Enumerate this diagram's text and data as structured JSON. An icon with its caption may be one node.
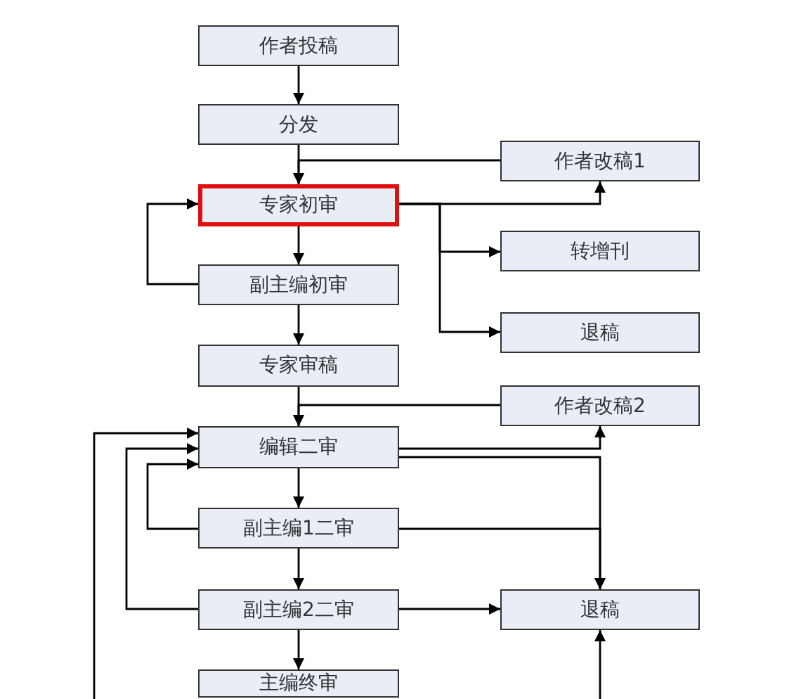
{
  "diagram": {
    "nodes": [
      {
        "text": [
          "作者投稿"
        ]
      },
      {
        "text": [
          "分发"
        ]
      },
      {
        "text": [
          "作者改稿1"
        ]
      },
      {
        "text": [
          "专家初审"
        ]
      },
      {
        "text": [
          "转增刊"
        ]
      },
      {
        "text": [
          "副主编初审"
        ]
      },
      {
        "text": [
          "退稿"
        ]
      },
      {
        "text": [
          "专家审稿"
        ]
      },
      {
        "text": [
          "作者改稿2"
        ]
      },
      {
        "text": [
          "编辑二审"
        ]
      },
      {
        "text": [
          "副主编1二审"
        ]
      },
      {
        "text": [
          "副主编2二审"
        ]
      },
      {
        "text": [
          "退稿"
        ]
      },
      {
        "text": [
          "主编终审"
        ]
      }
    ],
    "edges": [
      {
        "from": 0,
        "to": 1,
        "arrow": "to"
      },
      {
        "from": 1,
        "to": 3,
        "arrow": "to"
      },
      {
        "from": 2,
        "to": 3,
        "arrow": "to"
      },
      {
        "from": 3,
        "to": 2,
        "arrow": "to"
      },
      {
        "from": 3,
        "to": 4,
        "arrow": "to"
      },
      {
        "from": 3,
        "to": 6,
        "arrow": "to"
      },
      {
        "from": 3,
        "to": 5,
        "arrow": "to"
      },
      {
        "from": 5,
        "to": 3,
        "arrow": "to"
      },
      {
        "from": 5,
        "to": 7,
        "arrow": "to"
      },
      {
        "from": 7,
        "to": 9,
        "arrow": "to"
      },
      {
        "from": 8,
        "to": 9,
        "arrow": "to"
      },
      {
        "from": 9,
        "to": 8,
        "arrow": "to"
      },
      {
        "from": 9,
        "to": 12,
        "arrow": "to"
      },
      {
        "from": 9,
        "to": 10,
        "arrow": "to"
      },
      {
        "from": 10,
        "to": 9,
        "arrow": "to"
      },
      {
        "from": 10,
        "to": 12,
        "arrow": "to"
      },
      {
        "from": 10,
        "to": 11,
        "arrow": "to"
      },
      {
        "from": 11,
        "to": 9,
        "arrow": "to"
      },
      {
        "from": 11,
        "to": 12,
        "arrow": "to"
      },
      {
        "from": 11,
        "to": 13,
        "arrow": "to"
      },
      {
        "from": null,
        "to": 9,
        "arrow": "to"
      },
      {
        "from": null,
        "to": 12,
        "arrow": "to"
      }
    ]
  }
}
